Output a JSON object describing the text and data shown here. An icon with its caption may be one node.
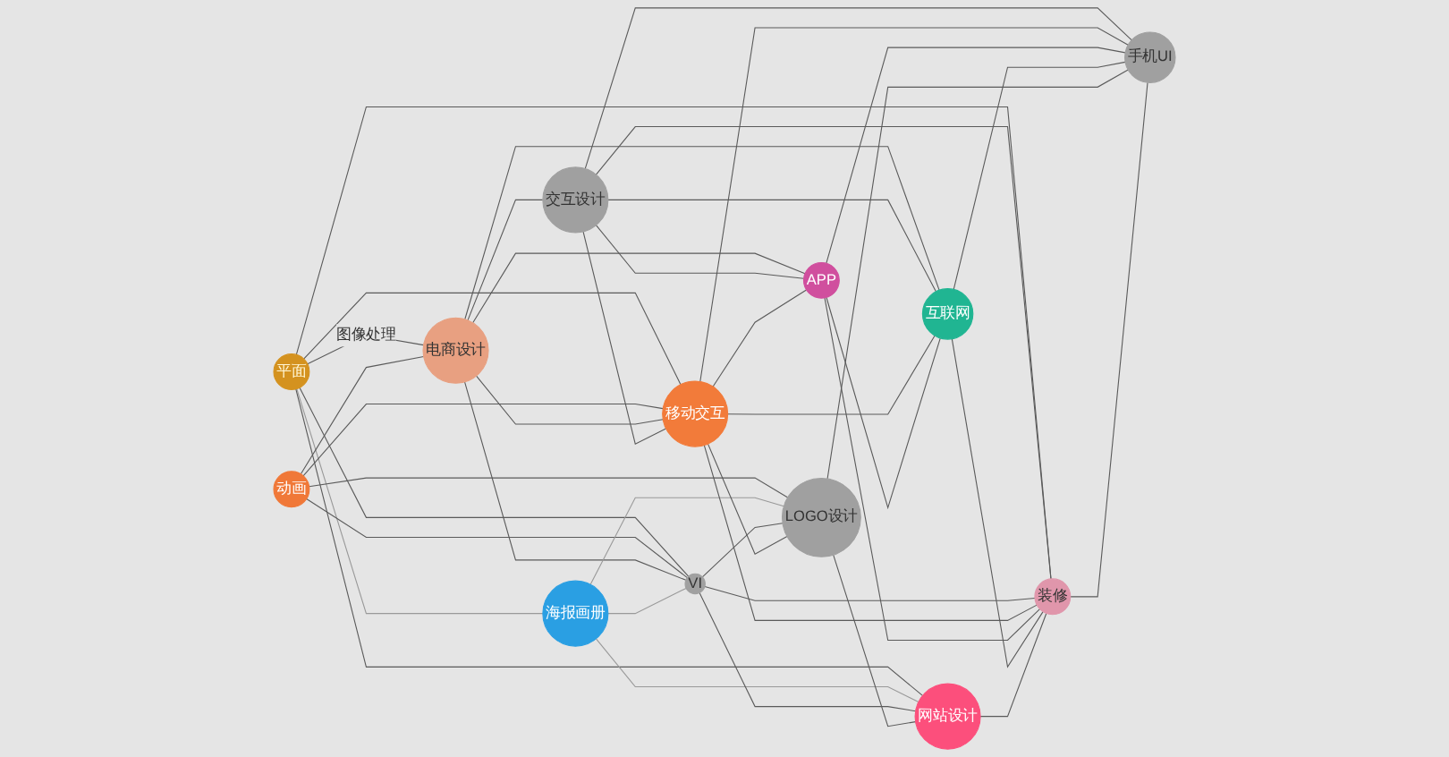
{
  "diagram": {
    "nodes": [
      {
        "text": [
          "平面"
        ]
      },
      {
        "text": [
          "动画"
        ]
      },
      {
        "text": [
          "电商设计"
        ]
      },
      {
        "text": [
          "交互设计"
        ]
      },
      {
        "text": [
          "海报画册"
        ]
      },
      {
        "text": [
          "VI"
        ]
      },
      {
        "text": [
          "移动交互"
        ]
      },
      {
        "text": [
          "APP"
        ]
      },
      {
        "text": [
          "互联网"
        ]
      },
      {
        "text": [
          "LOGO设计"
        ]
      },
      {
        "text": [
          "网站设计"
        ]
      },
      {
        "text": [
          "装修"
        ]
      },
      {
        "text": [
          "手机UI"
        ]
      }
    ],
    "edges": [
      {
        "from": 0,
        "to": 4,
        "arrow": "none",
        "color": "#999999"
      },
      {
        "from": 0,
        "to": 2,
        "arrow": "none",
        "label": "图像处理"
      },
      {
        "from": 0,
        "to": 10,
        "arrow": "none"
      },
      {
        "from": 0,
        "to": 5,
        "arrow": "none"
      },
      {
        "from": 0,
        "to": 11,
        "arrow": "none"
      },
      {
        "from": 0,
        "to": 6,
        "arrow": "none"
      },
      {
        "from": 1,
        "to": 2,
        "arrow": "none"
      },
      {
        "from": 1,
        "to": 5,
        "arrow": "none"
      },
      {
        "from": 1,
        "to": 9,
        "arrow": "none"
      },
      {
        "from": 1,
        "to": 6,
        "arrow": "none"
      },
      {
        "from": 2,
        "to": 5,
        "arrow": "none"
      },
      {
        "from": 2,
        "to": 6,
        "arrow": "none"
      },
      {
        "from": 2,
        "to": 7,
        "arrow": "none"
      },
      {
        "from": 2,
        "to": 3,
        "arrow": "none"
      },
      {
        "from": 2,
        "to": 8,
        "arrow": "none"
      },
      {
        "from": 3,
        "to": 6,
        "arrow": "none"
      },
      {
        "from": 3,
        "to": 11,
        "arrow": "none"
      },
      {
        "from": 3,
        "to": 7,
        "arrow": "none"
      },
      {
        "from": 3,
        "to": 12,
        "arrow": "none"
      },
      {
        "from": 3,
        "to": 8,
        "arrow": "none"
      },
      {
        "from": 4,
        "to": 5,
        "arrow": "none",
        "color": "#999999"
      },
      {
        "from": 4,
        "to": 9,
        "arrow": "none",
        "color": "#999999"
      },
      {
        "from": 4,
        "to": 10,
        "arrow": "none",
        "color": "#999999"
      },
      {
        "from": 5,
        "to": 10,
        "arrow": "none"
      },
      {
        "from": 5,
        "to": 9,
        "arrow": "none"
      },
      {
        "from": 5,
        "to": 11,
        "arrow": "none"
      },
      {
        "from": 6,
        "to": 8,
        "arrow": "none"
      },
      {
        "from": 6,
        "to": 7,
        "arrow": "none"
      },
      {
        "from": 6,
        "to": 12,
        "arrow": "none"
      },
      {
        "from": 6,
        "to": 11,
        "arrow": "none"
      },
      {
        "from": 6,
        "to": 9,
        "arrow": "none"
      },
      {
        "from": 7,
        "to": 8,
        "arrow": "none"
      },
      {
        "from": 7,
        "to": 11,
        "arrow": "none"
      },
      {
        "from": 7,
        "to": 12,
        "arrow": "none"
      },
      {
        "from": 8,
        "to": 11,
        "arrow": "none"
      },
      {
        "from": 8,
        "to": 12,
        "arrow": "none"
      },
      {
        "from": 9,
        "to": 10,
        "arrow": "none"
      },
      {
        "from": 9,
        "to": 12,
        "arrow": "none"
      },
      {
        "from": 10,
        "to": 11,
        "arrow": "none"
      },
      {
        "from": 11,
        "to": 12,
        "arrow": "none"
      }
    ]
  }
}
